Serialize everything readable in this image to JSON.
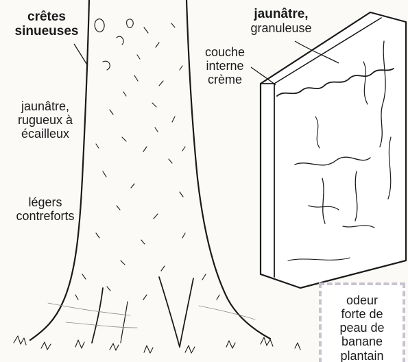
{
  "labels": {
    "ridges": [
      "crêtes",
      "sinueuses"
    ],
    "bark_texture": [
      "jaunâtre,",
      "rugueux à",
      "écailleux"
    ],
    "buttresses": [
      "légers",
      "contreforts"
    ],
    "outer_bark": [
      "jaunâtre,",
      "granuleuse"
    ],
    "inner_layer": [
      "couche",
      "interne",
      "crème"
    ],
    "odor_note": [
      "odeur",
      "forte de",
      "peau de",
      "banane",
      "plantain"
    ]
  },
  "colors": {
    "ink": "#1a1a1a",
    "box_border": "#c9c2cf",
    "paper": "#fbfaf7"
  }
}
